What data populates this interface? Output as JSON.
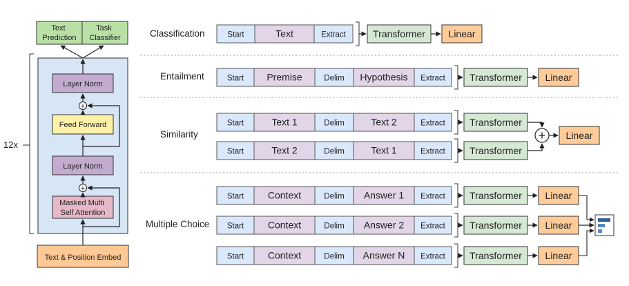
{
  "colors": {
    "token_blue": "#dae8fc",
    "token_purple": "#e1d5e7",
    "transformer_green": "#d5e8d4",
    "linear_orange": "#ffcc99",
    "layer_purple": "#c3abd0",
    "feed_forward_yellow": "#fff2a8",
    "attention_pink": "#e6b8c8",
    "block_bg": "#d6e6f5",
    "head_green": "#b9e0a5",
    "embed_orange": "#ffc996"
  },
  "left": {
    "heads": [
      "Text\nPrediction",
      "Task\nClassifier"
    ],
    "repeat": "12x",
    "layer_norm_top": "Layer Norm",
    "feed_forward": "Feed Forward",
    "layer_norm_bottom": "Layer Norm",
    "attention": "Masked Multi\nSelf Attention",
    "embed": "Text & Position Embed",
    "add_symbol": "+"
  },
  "tasks": {
    "classification": {
      "label": "Classification",
      "tokens": [
        "Start",
        "Text",
        "Extract"
      ],
      "transformer": "Transformer",
      "linear": "Linear"
    },
    "entailment": {
      "label": "Entailment",
      "tokens": [
        "Start",
        "Premise",
        "Delim",
        "Hypothesis",
        "Extract"
      ],
      "transformer": "Transformer",
      "linear": "Linear"
    },
    "similarity": {
      "label": "Similarity",
      "rows": [
        [
          "Start",
          "Text 1",
          "Delim",
          "Text 2",
          "Extract"
        ],
        [
          "Start",
          "Text 2",
          "Delim",
          "Text 1",
          "Extract"
        ]
      ],
      "transformer": "Transformer",
      "linear": "Linear",
      "plus": "+"
    },
    "multiple_choice": {
      "label": "Multiple Choice",
      "rows": [
        [
          "Start",
          "Context",
          "Delim",
          "Answer 1",
          "Extract"
        ],
        [
          "Start",
          "Context",
          "Delim",
          "Answer 2",
          "Extract"
        ],
        [
          "Start",
          "Context",
          "Delim",
          "Answer N",
          "Extract"
        ]
      ],
      "transformer": "Transformer",
      "linear": "Linear"
    }
  }
}
